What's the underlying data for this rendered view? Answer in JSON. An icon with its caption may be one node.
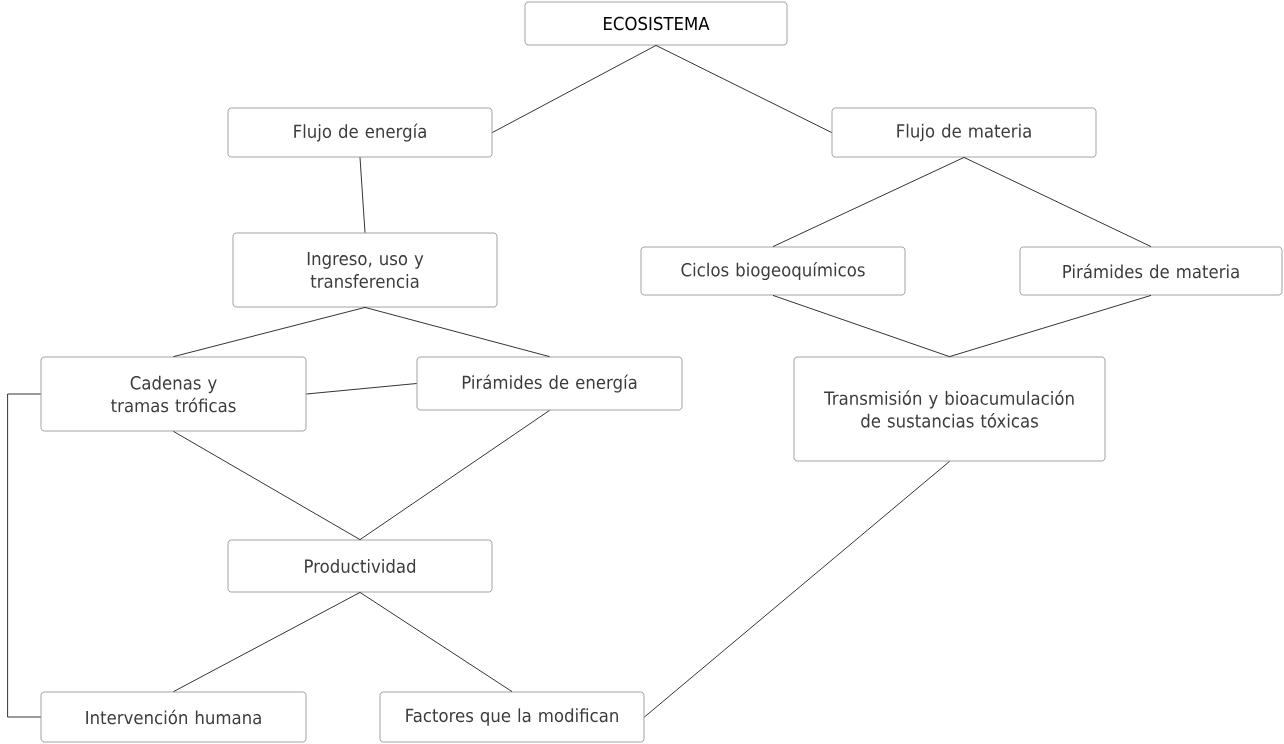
{
  "diagram": {
    "nodes": [
      {
        "text": [
          "ECOSISTEMA"
        ]
      },
      {
        "text": [
          "Flujo de energía"
        ]
      },
      {
        "text": [
          "Flujo de materia"
        ]
      },
      {
        "text": [
          "Ingreso, uso y transferencia"
        ]
      },
      {
        "text": [
          "Ciclos biogeoquímicos"
        ]
      },
      {
        "text": [
          "Pirámides de materia"
        ]
      },
      {
        "text": [
          "Cadenas y tramas tróficas"
        ]
      },
      {
        "text": [
          "Pirámides de energía"
        ]
      },
      {
        "text": [
          "Transmisión y bioacumulación de sustancias tóxicas"
        ]
      },
      {
        "text": [
          "Productividad"
        ]
      },
      {
        "text": [
          "Intervención humana"
        ]
      },
      {
        "text": [
          "Factores que la modifican"
        ]
      }
    ],
    "edges": [
      {
        "from": 0,
        "to": 1,
        "arrow": "none"
      },
      {
        "from": 0,
        "to": 2,
        "arrow": "none"
      },
      {
        "from": 1,
        "to": 3,
        "arrow": "none"
      },
      {
        "from": 2,
        "to": 4,
        "arrow": "none"
      },
      {
        "from": 2,
        "to": 5,
        "arrow": "none"
      },
      {
        "from": 3,
        "to": 6,
        "arrow": "none"
      },
      {
        "from": 3,
        "to": 7,
        "arrow": "none"
      },
      {
        "from": 6,
        "to": 7,
        "arrow": "none"
      },
      {
        "from": 4,
        "to": 8,
        "arrow": "none"
      },
      {
        "from": 5,
        "to": 8,
        "arrow": "none"
      },
      {
        "from": 6,
        "to": 9,
        "arrow": "none"
      },
      {
        "from": 7,
        "to": 9,
        "arrow": "none"
      },
      {
        "from": 9,
        "to": 10,
        "arrow": "none"
      },
      {
        "from": 9,
        "to": 11,
        "arrow": "none"
      },
      {
        "from": 8,
        "to": 11,
        "arrow": "none"
      },
      {
        "from": 6,
        "to": 10,
        "arrow": "none"
      }
    ]
  }
}
